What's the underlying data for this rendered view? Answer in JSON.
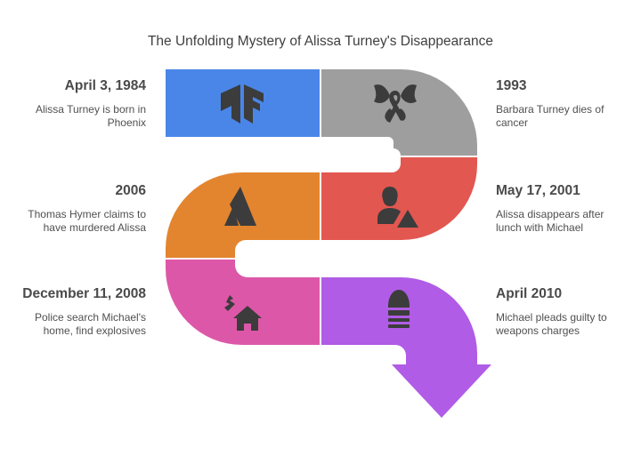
{
  "title": "The Unfolding Mystery of Alissa Turney's Disappearance",
  "colors": {
    "blue": "#4a86e8",
    "gray": "#9e9e9e",
    "red": "#e25750",
    "orange": "#e3852f",
    "pink": "#dd57a9",
    "purple": "#b05ce6",
    "icon": "#3c3c3c"
  },
  "events": [
    {
      "date": "April 3, 1984",
      "desc": "Alissa Turney is born in Phoenix",
      "icon": "tensorflow-icon",
      "color": "blue"
    },
    {
      "date": "1993",
      "desc": "Barbara Turney dies of cancer",
      "icon": "awareness-ribbon-butterfly-icon",
      "color": "gray"
    },
    {
      "date": "May 17, 2001",
      "desc": "Alissa disappears after lunch with Michael",
      "icon": "person-warning-icon",
      "color": "red"
    },
    {
      "date": "2006",
      "desc": "Thomas Hymer claims to have murdered Alissa",
      "icon": "atlassian-icon",
      "color": "orange"
    },
    {
      "date": "December 11, 2008",
      "desc": "Police search Michael's home, find explosives",
      "icon": "house-explosive-icon",
      "color": "pink"
    },
    {
      "date": "April 2010",
      "desc": "Michael pleads guilty to weapons charges",
      "icon": "bullet-icon",
      "color": "purple"
    }
  ]
}
